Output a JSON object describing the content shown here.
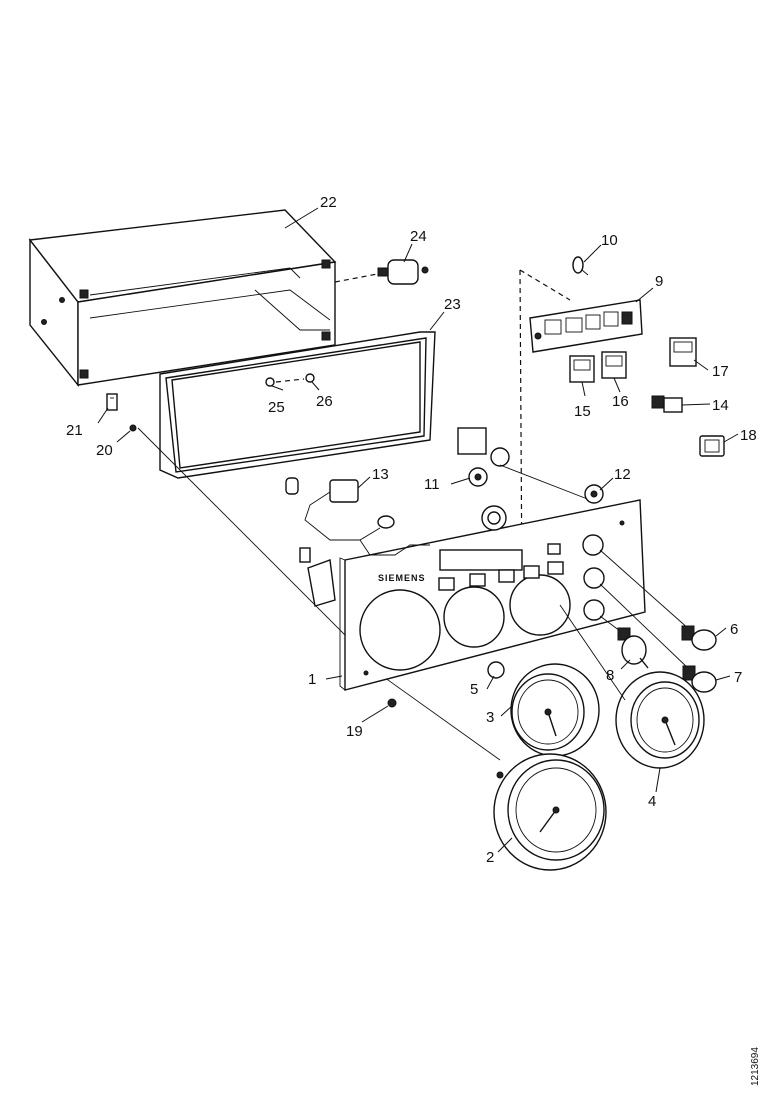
{
  "callouts": [
    {
      "id": "1",
      "label": "1"
    },
    {
      "id": "2",
      "label": "2"
    },
    {
      "id": "3",
      "label": "3"
    },
    {
      "id": "4",
      "label": "4"
    },
    {
      "id": "5",
      "label": "5"
    },
    {
      "id": "6",
      "label": "6"
    },
    {
      "id": "7",
      "label": "7"
    },
    {
      "id": "8",
      "label": "8"
    },
    {
      "id": "9",
      "label": "9"
    },
    {
      "id": "10",
      "label": "10"
    },
    {
      "id": "11",
      "label": "11"
    },
    {
      "id": "12",
      "label": "12"
    },
    {
      "id": "13",
      "label": "13"
    },
    {
      "id": "14",
      "label": "14"
    },
    {
      "id": "15",
      "label": "15"
    },
    {
      "id": "16",
      "label": "16"
    },
    {
      "id": "17",
      "label": "17"
    },
    {
      "id": "18",
      "label": "18"
    },
    {
      "id": "19",
      "label": "19"
    },
    {
      "id": "20",
      "label": "20"
    },
    {
      "id": "21",
      "label": "21"
    },
    {
      "id": "22",
      "label": "22"
    },
    {
      "id": "23",
      "label": "23"
    },
    {
      "id": "24",
      "label": "24"
    },
    {
      "id": "25",
      "label": "25"
    },
    {
      "id": "26",
      "label": "26"
    }
  ],
  "panel_brand": "SIEMENS",
  "document_id": "1213694"
}
